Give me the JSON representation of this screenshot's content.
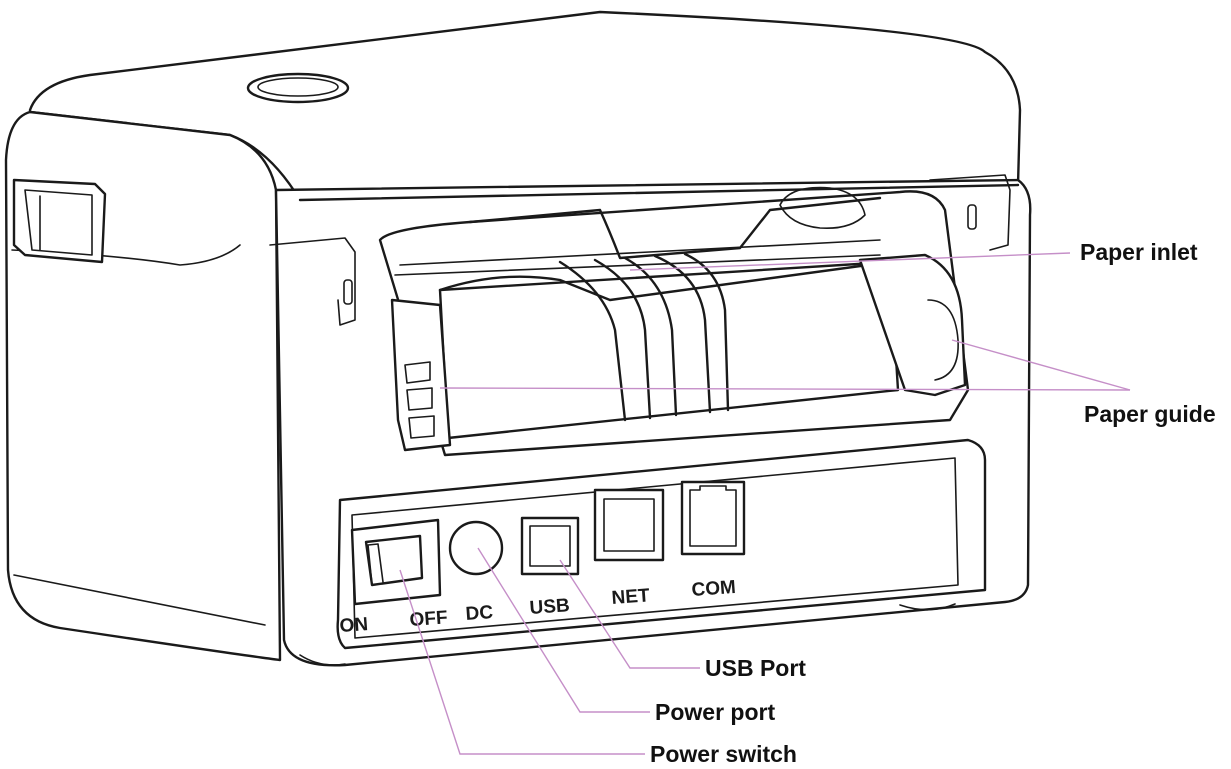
{
  "callouts": {
    "paper_inlet": "Paper inlet",
    "paper_guide": "Paper guide",
    "usb_port": "USB Port",
    "power_port": "Power port",
    "power_switch": "Power switch"
  },
  "port_labels": {
    "on": "ON",
    "off": "OFF",
    "dc": "DC",
    "usb": "USB",
    "net": "NET",
    "com": "COM"
  },
  "colors": {
    "outline": "#1a1a1a",
    "leader_line": "#c58fc8",
    "background": "#ffffff"
  }
}
